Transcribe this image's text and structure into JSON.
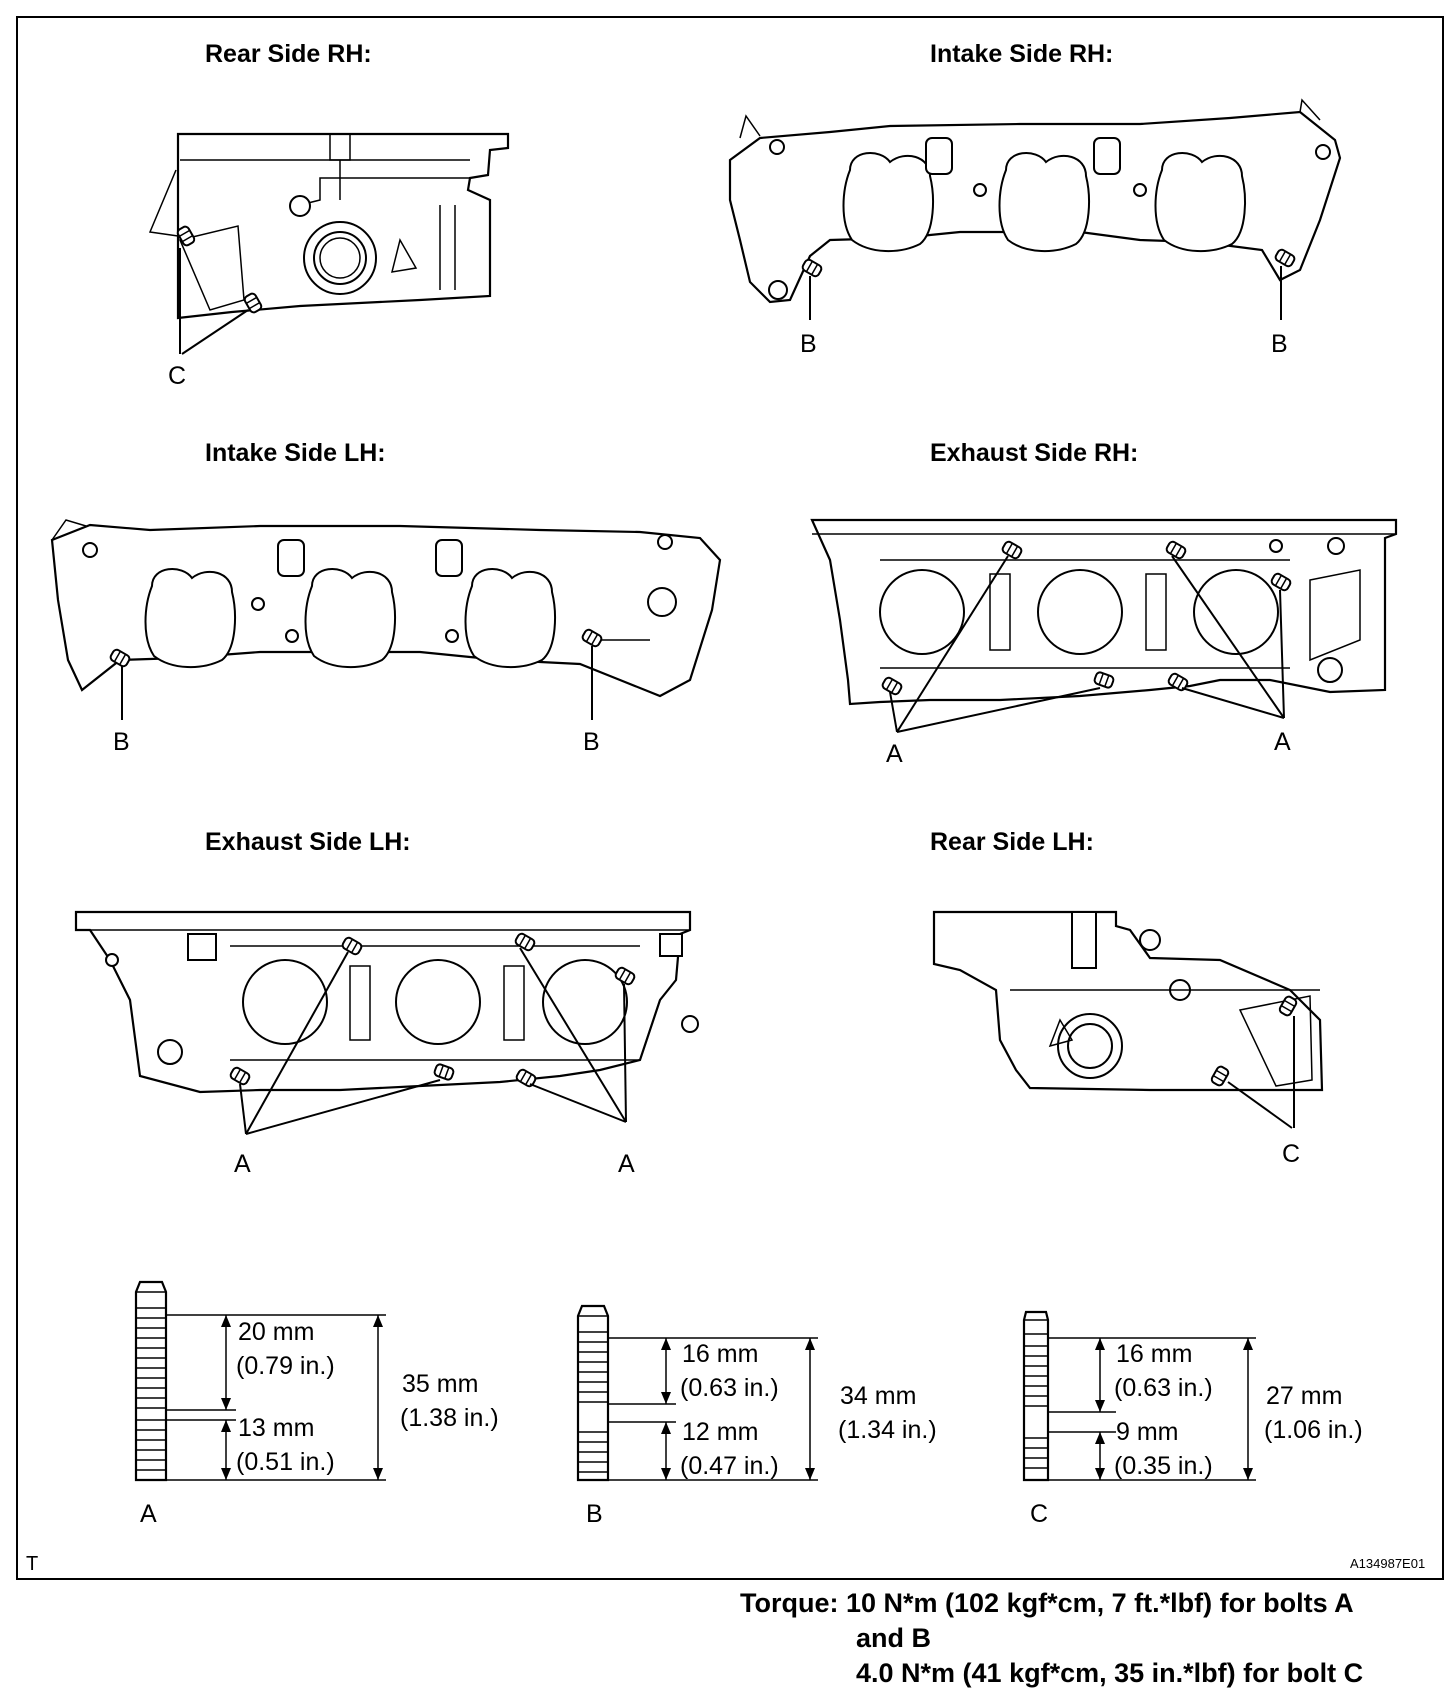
{
  "views": {
    "rear_rh": "Rear Side RH:",
    "intake_rh": "Intake Side RH:",
    "intake_lh": "Intake Side LH:",
    "exhaust_rh": "Exhaust Side RH:",
    "exhaust_lh": "Exhaust Side LH:",
    "rear_lh": "Rear Side LH:"
  },
  "bolt_labels": {
    "a": "A",
    "b": "B",
    "c": "C"
  },
  "studs": {
    "a": {
      "upper_mm": "20 mm",
      "upper_in": "(0.79 in.)",
      "lower_mm": "13 mm",
      "lower_in": "(0.51 in.)",
      "total_mm": "35 mm",
      "total_in": "(1.38 in.)"
    },
    "b": {
      "upper_mm": "16 mm",
      "upper_in": "(0.63 in.)",
      "lower_mm": "12 mm",
      "lower_in": "(0.47 in.)",
      "total_mm": "34 mm",
      "total_in": "(1.34 in.)"
    },
    "c": {
      "upper_mm": "16 mm",
      "upper_in": "(0.63 in.)",
      "lower_mm": "9 mm",
      "lower_in": "(0.35 in.)",
      "total_mm": "27 mm",
      "total_in": "(1.06 in.)"
    }
  },
  "corner_mark": "T",
  "figure_id": "A134987E01",
  "torque": {
    "line1": "Torque: 10 N*m (102 kgf*cm, 7 ft.*lbf)  for bolts A",
    "line2": "and B",
    "line3": "4.0 N*m (41 kgf*cm, 35 in.*lbf)  for bolt C"
  }
}
